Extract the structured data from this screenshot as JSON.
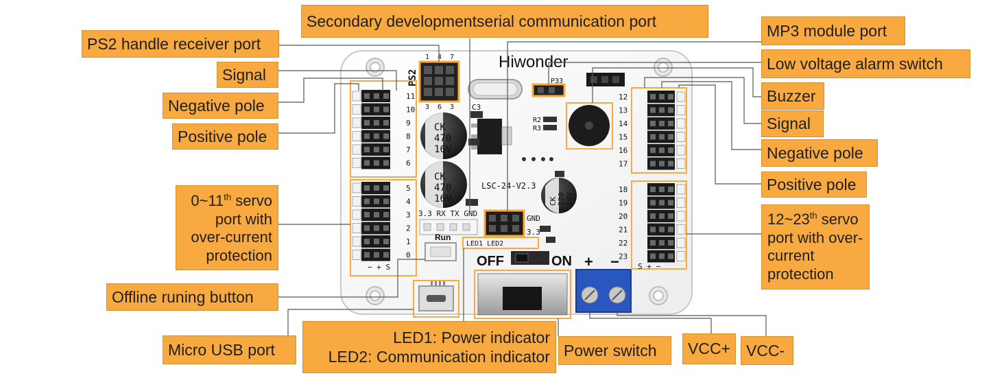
{
  "board": {
    "brand": "Hiwonder",
    "model": "LSC-24-V2.3",
    "ps2_silk": "PS2",
    "ps2_pins_top": [
      "1",
      "4",
      "7"
    ],
    "ps2_pins_bottom": [
      "3",
      "6",
      "3"
    ],
    "c3_silk": "C3",
    "p33_silk": "P33",
    "r2_silk": "R2",
    "r3_silk": "R3",
    "serial_silk": "3.3 RX TX GND",
    "gnd_silk": "GND",
    "v33_silk": "3.3",
    "run_silk": "Run",
    "led_silk": "LED1   LED2",
    "off_label": "OFF",
    "on_label": "ON",
    "plus_label": "+",
    "minus_label": "−",
    "left_header_footer": "−   +   S",
    "right_header_footer": "S   +   −",
    "cap_large_1": [
      "CK",
      "470",
      "16V"
    ],
    "cap_large_2": [
      "CK",
      "470",
      "16V"
    ],
    "cap_small": [
      "CK",
      "220",
      "10V"
    ],
    "left_channels_top": [
      "11",
      "10",
      "9",
      "8",
      "7",
      "6"
    ],
    "left_channels_bottom": [
      "5",
      "4",
      "3",
      "2",
      "1",
      "0"
    ],
    "right_channels_top": [
      "12",
      "13",
      "14",
      "15",
      "16",
      "17"
    ],
    "right_channels_bottom": [
      "18",
      "19",
      "20",
      "21",
      "22",
      "23"
    ]
  },
  "callouts": {
    "secondary_dev": "Secondary developmentserial communication port",
    "ps2": "PS2 handle receiver port",
    "signal_left": "Signal",
    "negative_left": "Negative pole",
    "positive_left": "Positive pole",
    "servo_left": "0~11<sup>th</sup> servo port with over-current protection",
    "offline": "Offline runing button",
    "usb": "Micro USB port",
    "led_line1": "LED1: Power indicator",
    "led_line2": "LED2: Communication indicator",
    "power_switch": "Power switch",
    "vcc_plus": "VCC+",
    "vcc_minus": "VCC-",
    "mp3": "MP3 module port",
    "low_voltage": "Low voltage alarm switch",
    "buzzer": "Buzzer",
    "signal_right": "Signal",
    "negative_right": "Negative pole",
    "positive_right": "Positive pole",
    "servo_right": "12~23<sup>th</sup> servo port with over-current protection"
  }
}
